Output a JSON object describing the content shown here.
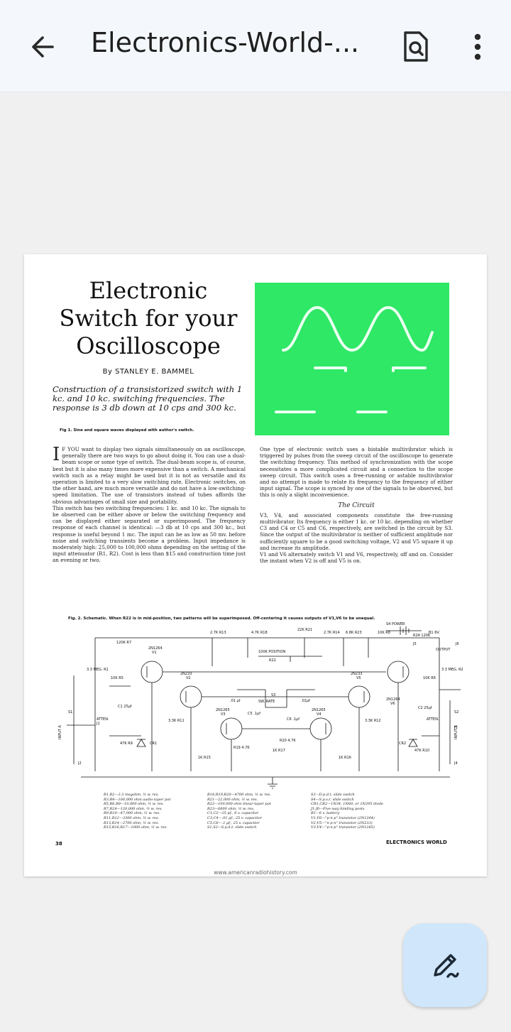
{
  "appbar": {
    "title": "Electronics-World-...",
    "back_icon": "arrow-left-icon",
    "search_icon": "document-search-icon",
    "more_icon": "more-vert-icon"
  },
  "article": {
    "headline": "Electronic Switch for your Oscilloscope",
    "byline": "By STANLEY E. BAMMEL",
    "subtitle": "Construction of a transistorized switch with 1 kc. and 10 kc. switching frequencies. The response is 3 db down at 10 cps and 300 kc.",
    "fig1_caption": "Fig 1. Sine and square waves displayed with author's switch.",
    "dropcap": "I",
    "col_left": {
      "p1": "F YOU want to display two signals simultaneously on an oscilloscope, generally there are two ways to go about doing it. You can use a dual-beam scope or some type of switch. The dual-beam scope is, of course, best but it is also many times more expensive than a switch. A mechanical switch such as a relay might be used but it is not as versatile and its operation is limited to a very slow switching rate. Electronic switches, on the other hand, are much more versatile and do not have a low-switching-speed limitation. The use of transistors instead of tubes affords the obvious advantages of small size and portability.",
      "p2": "This switch has two switching frequencies: 1 kc. and 10 kc. The signals to be observed can be either above or below the switching frequency and can be displayed either separated or superimposed. The frequency response of each channel is identical: —3 db at 10 cps and 300 kc., but response is useful beyond 1 mc. The input can be as low as 50 mv. before noise and switching transients become a problem. Input impedance is moderately high: 25,000 to 100,000 ohms depending on the setting of the input attenuator (R1, R2). Cost is less than $15 and construction time just an evening or two."
    },
    "col_right": {
      "p1": "One type of electronic switch uses a bistable multivibrator which is triggered by pulses from the sweep circuit of the oscilloscope to generate the switching frequency. This method of synchronization with the scope necessitates a more complicated circuit and a connection to the scope sweep circuit. This switch uses a free-running or astable multivibrator and no attempt is made to relate its frequency to the frequency of either input signal. The scope is synced by one of the signals to be observed, but this is only a slight inconvenience.",
      "heading": "The Circuit",
      "p2": "V3, V4, and associated components constitute the free-running multivibrator. Its frequency is either 1 kc. or 10 kc. depending on whether C3 and C4 or C5 and C6, respectively, are switched in the circuit by S3. Since the output of the multivibrator is neither of sufficient amplitude nor sufficiently square to be a good switching voltage, V2 and V5 square it up and increase its amplitude.",
      "p3": "V1 and V6 alternately switch V1 and V6, respectively, off and on. Consider the instant when V2 is off and V5 is on."
    },
    "fig2_caption": "Fig. 2. Schematic. When R22 is in mid-position, two patterns will be superimposed. Off-centering it causes outputs of V1,V6 to be unequal.",
    "schematic_labels": {
      "v1": "2N1264",
      "v1b": "V1",
      "v2": "2N233",
      "v2b": "V2",
      "v3": "2N1265",
      "v3b": "V3",
      "v4": "2N1265",
      "v4b": "V4",
      "v5": "2N233",
      "v5b": "V5",
      "v6": "2N1264",
      "v6b": "V6",
      "pos": "100K POSITION",
      "r22": "R22",
      "power": "S4 POWER",
      "battery": "B1 6V.",
      "output": "OUTPUT",
      "j6": "J6",
      "j5": "J5",
      "inputA": "INPUT A",
      "inputB": "INPUT B",
      "swrate": "SW. RATE",
      "s3": "S3",
      "atten1": "ATTEN.",
      "atten2": "ATTEN.",
      "cr1": "CR1",
      "cr2": "CR2",
      "r1": "3.3 MEG. R1",
      "r2": "3.3 MEG. R2",
      "r7": "120K R7",
      "r24": "R24 120K",
      "r13": "2.7K R13",
      "r18": "4.7K R18",
      "r21": "22K R21",
      "r14": "2.7K R14",
      "r23": "6.8K R23",
      "r8": "10K R8",
      "r5": "10K R5",
      "r6": "10K R6",
      "r11": "3.3K R11",
      "r12": "3.3K R12",
      "r15": "1K R15",
      "r16": "1K R16",
      "r17": "1K R17",
      "r19": "R19 4.7K",
      "r20": "R20 4.7K",
      "r9": "47K R9",
      "r10": "47K R10",
      "c1": "C1 25μf",
      "c2": "C2 25μf",
      "c3": ".01 μf",
      "c4": ".01μf",
      "c5": "C5 .1μf",
      "c6": "C6 .1μf",
      "s1": "S1",
      "s2": "S2",
      "j1": "J1",
      "j2": "J2",
      "j3": "J3",
      "j4": "J4"
    },
    "legend": {
      "c1": [
        "R1,R2—3.3 megohm, ½ w. res.",
        "R3,R4—100,000 ohm audio-taper pot",
        "R5,R6,R8—10,000 ohm, ½ w. res.",
        "R7,R24—120,000 ohm, ½ w. res.",
        "R9,R10—47,000 ohm, ½ w. res.",
        "R11,R12—3300 ohm, ½ w. res.",
        "R13,R14—2700 ohm, ½ w. res.",
        "R15,R16,R17—1000 ohm, ½ w. res."
      ],
      "c2": [
        "R18,R19,R20—4700 ohm, ½ w. res.",
        "R21—22,000 ohm, ½ w. res.",
        "R22—100,000 ohm linear-taper pot",
        "R23—6800 ohm, ½ w. res.",
        "C1,C2—25 μf., 6 v. capacitor",
        "C3,C4—.01 μf., 25 v. capacitor",
        "C5,C6—.1 μf., 25 v. capacitor",
        "S1,S2—S.p.d.t. slide switch"
      ],
      "c3": [
        "S3—D.p.d.t. slide switch",
        "S4—S.p.s.t. slide switch",
        "CR1,CR2—1N34, 1N60, or 1N295 diode",
        "J1-J6—Five-way binding posts",
        "B1—6 v. battery",
        "V1,V6—\"p-n-p\" transistor (2N1264)",
        "V2,V5—\"n-p-n\" transistor (2N233)",
        "V3,V4—\"p-n-p\" transistor (2N1265)"
      ]
    },
    "page_number": "38",
    "journal_name": "ELECTRONICS WORLD",
    "source_url": "www.americanradiohistory.com"
  },
  "fab": {
    "icon": "edit-pencil-sparkle-icon"
  },
  "colors": {
    "appbar": "#f4f8fc",
    "scope_screen": "#2ee866",
    "fab": "#cfe6fb",
    "background": "#f0f0f0"
  }
}
